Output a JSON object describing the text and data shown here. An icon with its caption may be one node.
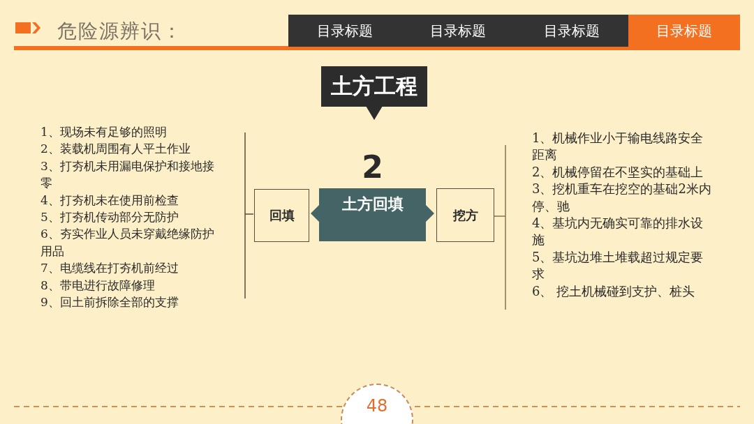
{
  "diagram": {
    "title": "危险源辨识：",
    "nodes": [
      {
        "text": [
          "目录标题"
        ]
      },
      {
        "text": [
          "目录标题"
        ]
      },
      {
        "text": [
          "目录标题"
        ]
      },
      {
        "text": [
          "目录标题"
        ]
      },
      {
        "text": [
          "土方工程"
        ]
      },
      {
        "text": [
          "回填"
        ]
      },
      {
        "text": [
          "2",
          "土方回填"
        ]
      },
      {
        "text": [
          "挖方"
        ]
      },
      {
        "text": [
          "48"
        ]
      }
    ],
    "labels": [
      "1、现场未有足够的照明",
      "2、装载机周围有人平土作业",
      "3、打夯机未用漏电保护和接地接零",
      "4、打夯机未在使用前检查",
      "5、打夯机传动部分无防护",
      "6、夯实作业人员未穿戴绝缘防护用品",
      "7、电缆线在打夯机前经过",
      "8、带电进行故障修理",
      "9、回土前拆除全部的支撑",
      "1、机械作业小于输电线路安全距离",
      "2、机械停留在不坚实的基础上",
      "3、挖机重车在挖空的基础2米内停、驰",
      "4、基坑内无确实可靠的排水设施",
      "5、基坑边堆土堆载超过规定要求",
      "6、 挖土机械碰到支护、桩头"
    ]
  }
}
